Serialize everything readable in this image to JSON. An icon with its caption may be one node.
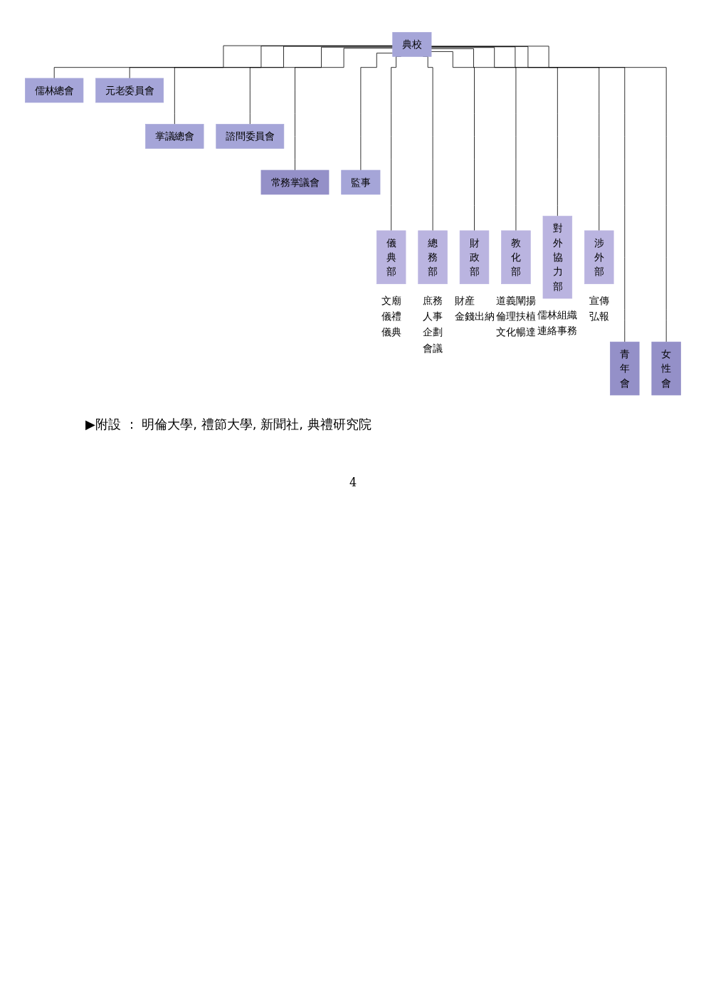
{
  "diagram": {
    "nodes": [
      {
        "text": [
          "典校"
        ]
      },
      {
        "text": [
          "儒林總會"
        ]
      },
      {
        "text": [
          "元老委員會"
        ]
      },
      {
        "text": [
          "掌議總會"
        ]
      },
      {
        "text": [
          "諮問委員會"
        ]
      },
      {
        "text": [
          "常務掌議會"
        ]
      },
      {
        "text": [
          "監事"
        ]
      },
      {
        "text": [
          "儀典部"
        ],
        "beside": [
          "文廟",
          "儀禮",
          "儀典"
        ]
      },
      {
        "text": [
          "總務部"
        ],
        "beside": [
          "庶務",
          "人事",
          "企劃",
          "會議"
        ]
      },
      {
        "text": [
          "財政部"
        ],
        "beside": [
          "財産",
          "金錢出納"
        ]
      },
      {
        "text": [
          "教化部"
        ],
        "beside": [
          "道義闡揚",
          "倫理扶植",
          "文化暢達"
        ]
      },
      {
        "text": [
          "對外協力部"
        ],
        "beside": [
          "儒林組織",
          "連絡事務"
        ]
      },
      {
        "text": [
          "涉外部"
        ],
        "beside": [
          "宣傳",
          "弘報"
        ]
      },
      {
        "text": [
          "青年會"
        ]
      },
      {
        "text": [
          "女性會"
        ]
      }
    ],
    "edges": [
      {
        "from": 0,
        "to": 1,
        "arrow": "none"
      },
      {
        "from": 0,
        "to": 2,
        "arrow": "none"
      },
      {
        "from": 0,
        "to": 3,
        "arrow": "none"
      },
      {
        "from": 0,
        "to": 4,
        "arrow": "none"
      },
      {
        "from": 0,
        "to": 5,
        "arrow": "none"
      },
      {
        "from": 0,
        "to": 6,
        "arrow": "none"
      },
      {
        "from": 0,
        "to": 7,
        "arrow": "none"
      },
      {
        "from": 0,
        "to": 8,
        "arrow": "none"
      },
      {
        "from": 0,
        "to": 9,
        "arrow": "none"
      },
      {
        "from": 0,
        "to": 10,
        "arrow": "none"
      },
      {
        "from": 0,
        "to": 11,
        "arrow": "none"
      },
      {
        "from": 0,
        "to": 12,
        "arrow": "none"
      },
      {
        "from": 0,
        "to": 13,
        "arrow": "none"
      },
      {
        "from": 0,
        "to": 14,
        "arrow": "none"
      }
    ],
    "labels": [
      "▶附設 ： 明倫大學, 禮節大學, 新聞社, 典禮研究院",
      "4"
    ]
  }
}
